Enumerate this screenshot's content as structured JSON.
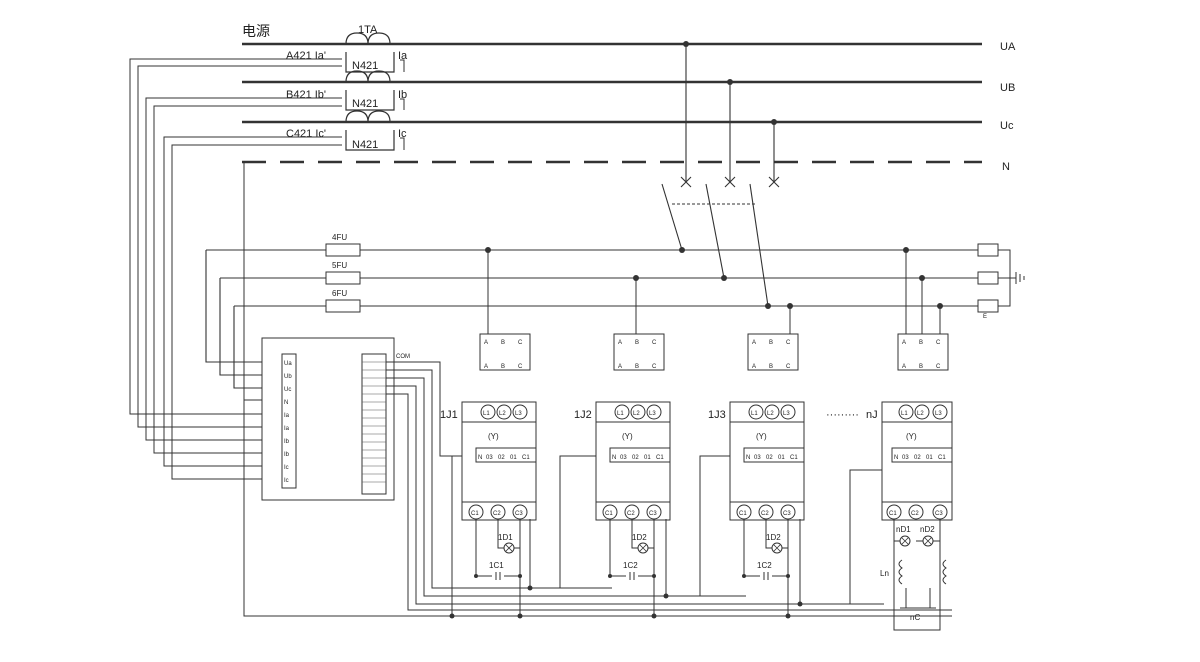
{
  "header": {
    "power_label": "电源",
    "ct_label": "1TA"
  },
  "ct_rows": [
    {
      "left": "A421  Ia'",
      "right": "Ia",
      "neutral": "N421"
    },
    {
      "left": "B421  Ib'",
      "right": "Ib",
      "neutral": "N421"
    },
    {
      "left": "C421  Ic'",
      "right": "Ic",
      "neutral": "N421"
    }
  ],
  "bus_labels": [
    "UA",
    "UB",
    "Uc",
    "N"
  ],
  "fuses": [
    "4FU",
    "5FU",
    "6FU"
  ],
  "meter_terminals": [
    "Ua",
    "Ub",
    "Uc",
    "N",
    "Ia",
    "Ia",
    "Ib",
    "Ib",
    "Ic",
    "Ic"
  ],
  "com_label": "COM",
  "phase_block": {
    "top": [
      "A",
      "B",
      "C"
    ],
    "bottom": [
      "A",
      "B",
      "C"
    ]
  },
  "units": [
    {
      "name": "1J1",
      "d": "1D1",
      "c": "1C1"
    },
    {
      "name": "1J2",
      "d": "1D2",
      "c": "1C2"
    },
    {
      "name": "1J3",
      "d": "1D2",
      "c": "1C2"
    },
    {
      "name": "nJ",
      "d1": "nD1",
      "d2": "nD2",
      "l": "Ln",
      "c": "nC"
    }
  ],
  "unit_extras": {
    "dots": "·········"
  },
  "unit_top_terminals": [
    "L1",
    "L2",
    "L3"
  ],
  "unit_bottom_terminals": [
    "C1",
    "C2",
    "C3"
  ],
  "unit_y_label": "(Y)",
  "unit_strip": [
    "N",
    "03",
    "02",
    "01",
    "C1"
  ],
  "ground_hint": "E"
}
